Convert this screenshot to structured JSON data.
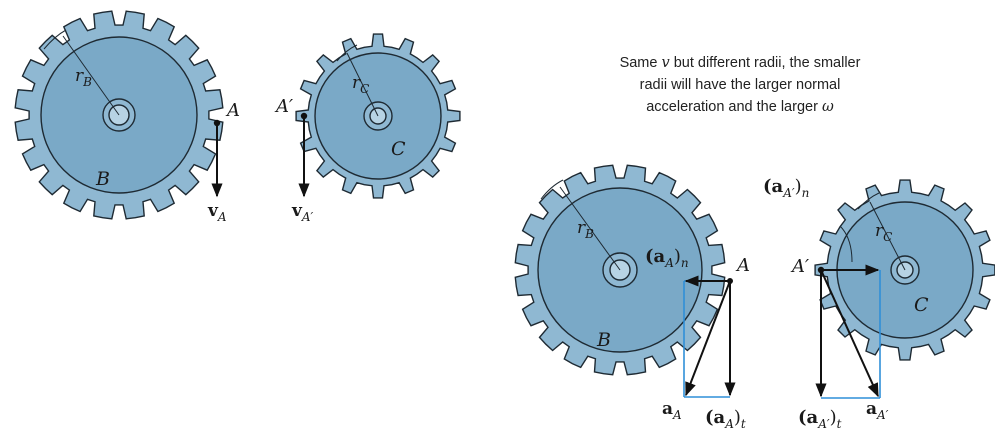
{
  "caption": {
    "line1_pre": "Same ",
    "line1_sym": "v",
    "line1_post": " but different radii, the smaller",
    "line2": "radii will have the larger normal",
    "line3_pre": "acceleration and the larger ",
    "line3_sym": "ω"
  },
  "top_figure": {
    "gear_b_radius_label": "r",
    "gear_b_radius_sub": "B",
    "gear_b_label": "B",
    "point_a_label": "A",
    "velocity_a_label": "v",
    "velocity_a_sub": "A",
    "gear_c_radius_label": "r",
    "gear_c_radius_sub": "C",
    "gear_c_label": "C",
    "point_a_prime_label": "A′",
    "velocity_a_prime_label": "v",
    "velocity_a_prime_sub": "A′"
  },
  "bottom_figure": {
    "gear_b_radius_label": "r",
    "gear_b_radius_sub": "B",
    "gear_b_label": "B",
    "point_a_label": "A",
    "normal_accel_a_label": "(a",
    "normal_accel_a_sub_inner": "A",
    "normal_accel_a_close": ")",
    "normal_accel_a_sub": "n",
    "total_accel_a_label": "a",
    "total_accel_a_sub": "A",
    "tangential_accel_a_label": "(a",
    "tangential_accel_a_sub_inner": "A",
    "tangential_accel_a_close": ")",
    "tangential_accel_a_sub": "t",
    "gear_c_radius_label": "r",
    "gear_c_radius_sub": "C",
    "gear_c_label": "C",
    "point_a_prime_label": "A′",
    "normal_accel_a_prime_label": "(a",
    "normal_accel_a_prime_sub_inner": "A′",
    "normal_accel_a_prime_close": ")",
    "normal_accel_a_prime_sub": "n",
    "total_accel_a_prime_label": "a",
    "total_accel_a_prime_sub": "A′",
    "tangential_accel_a_prime_label": "(a",
    "tangential_accel_a_prime_sub_inner": "A′",
    "tangential_accel_a_prime_close": ")",
    "tangential_accel_a_prime_sub": "t"
  },
  "colors": {
    "gear_fill": "#8fb8d2",
    "gear_disc": "#7aa9c7",
    "gear_stroke": "#1e2a33",
    "vector": "#111111",
    "construction": "#2f8fd8"
  }
}
